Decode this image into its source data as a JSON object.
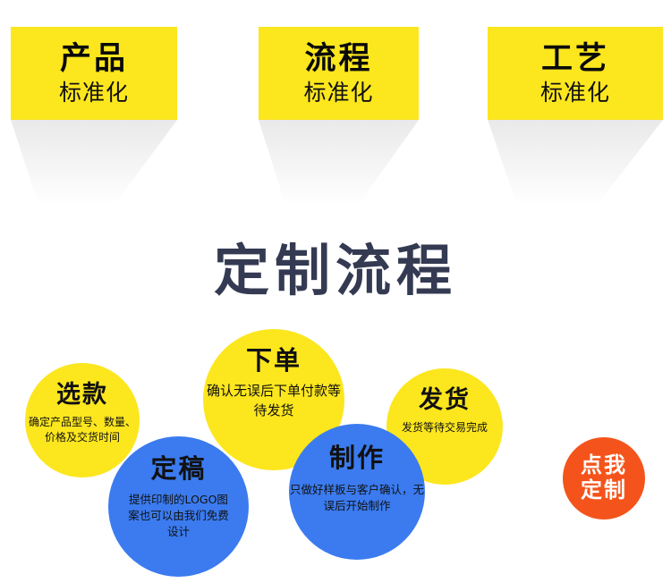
{
  "banner": {
    "items": [
      {
        "title": "产品",
        "subtitle": "标准化"
      },
      {
        "title": "流程",
        "subtitle": "标准化"
      },
      {
        "title": "工艺",
        "subtitle": "标准化"
      }
    ]
  },
  "section": {
    "title": "定制流程"
  },
  "flow": {
    "steps": [
      {
        "title": "选款",
        "desc": "确定产品型号、数量、价格及交货时间",
        "color": "#FCE61E",
        "style": "yellow"
      },
      {
        "title": "定稿",
        "desc": "提供印制的LOGO图案也可以由我们免费设计",
        "color": "#3B7BEF",
        "style": "blue"
      },
      {
        "title": "下单",
        "desc": "确认无误后下单付款等待发货",
        "color": "#FCE61E",
        "style": "yellow"
      },
      {
        "title": "制作",
        "desc": "只做好样板与客户确认，无误后开始制作",
        "color": "#3B7BEF",
        "style": "blue"
      },
      {
        "title": "发货",
        "desc": "发货等待交易完成",
        "color": "#FCE61E",
        "style": "yellow"
      }
    ]
  },
  "cta": {
    "line1": "点我",
    "line2": "定制",
    "color": "#F4541B"
  },
  "colors": {
    "yellow": "#FCE61E",
    "blue": "#3B7BEF",
    "orange": "#F4541B",
    "title_navy": "#343A52",
    "background": "#FFFFFF"
  }
}
